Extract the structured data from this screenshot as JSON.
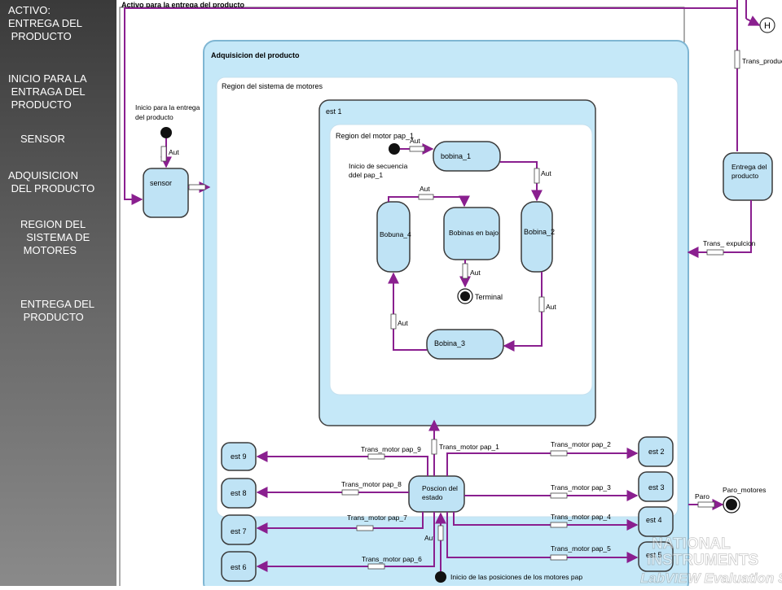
{
  "sidebar": {
    "items": [
      {
        "label": "ACTIVO:\nENTREGA DEL\n PRODUCTO"
      },
      {
        "label": "INICIO PARA LA\n ENTRAGA DEL\n PRODUCTO"
      },
      {
        "label": "SENSOR"
      },
      {
        "label": "ADQUISICION\n DEL PRODUCTO"
      },
      {
        "label": "REGION DEL\n  SISTEMA DE\n MOTORES"
      },
      {
        "label": "ENTREGA DEL\n PRODUCTO"
      }
    ]
  },
  "diagram": {
    "top_label": "Activo para la entrega del producto",
    "history_label": "H",
    "start_label": "Inicio para la entrega\ndel producto",
    "sensor": "sensor",
    "aut": "Aut",
    "acquisition_title": "Adquisicion del producto",
    "motor_region_title": "Region del sistema de motores",
    "est1_title": "est 1",
    "pap1_region_title": "Region del motor pap_1",
    "sequence_start_label": "Inicio de secuencia\nddel pap_1",
    "states": {
      "bobina_1": "bobina_1",
      "bobina_2": "Bobina_2",
      "bobina_3": "Bobina_3",
      "bobina_4": "Bobuna_4",
      "bobinas_bajo": "Bobinas en bajo",
      "terminal": "Terminal",
      "entrega": "Entrega  del\nproducto",
      "posicion": "Poscion del\nestado",
      "paro_motores": "Paro_motores",
      "positions_start": "Inicio de las posiciones de los motores pap"
    },
    "transitions": {
      "trans_producto": "Trans_product",
      "trans_expulcion": "Trans_ expulcion",
      "paro": "Paro",
      "t1": "Trans_motor pap_1",
      "t2": "Trans_motor pap_2",
      "t3": "Trans_motor pap_3",
      "t4": "Trans_motor pap_4",
      "t5": "Trans_motor pap_5",
      "t6": "Trans_motor pap_6",
      "t7": "Trans_motor pap_7",
      "t8": "Trans_motor pap_8",
      "t9": "Trans_motor pap_9"
    },
    "est_states": {
      "est2": "est 2",
      "est3": "est 3",
      "est4": "est 4",
      "est5": "est 5",
      "est6": "est 6",
      "est7": "est 7",
      "est8": "est 8",
      "est9": "est 9"
    },
    "watermark": {
      "line1": "NATIONAL",
      "line2": "INSTRUMENTS",
      "line3": "LabVIEW Evaluation So"
    },
    "colors": {
      "wire": "#8a1f8f",
      "state_fill": "#bfe3f5",
      "state_border": "#3a3a3a",
      "region_fill": "#c5e8f8",
      "region_border": "#7fb6d3"
    }
  }
}
